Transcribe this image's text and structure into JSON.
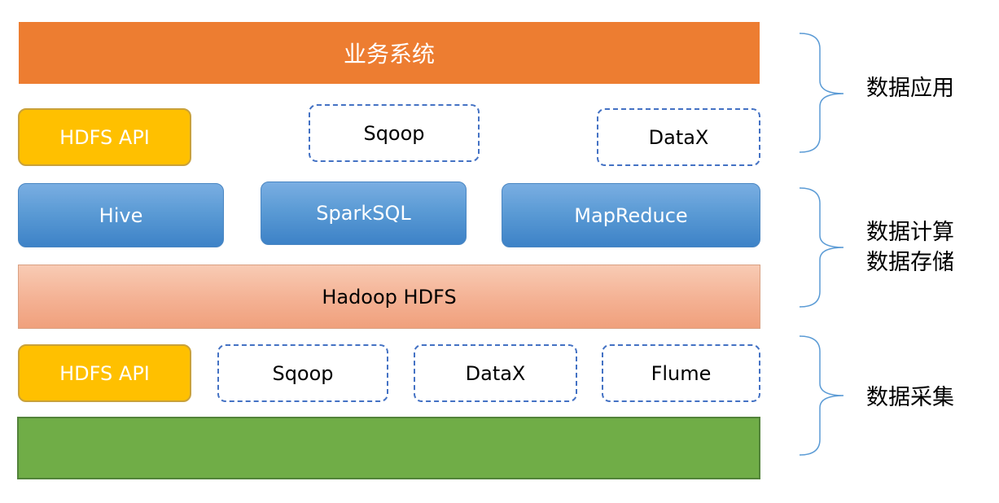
{
  "application_layer": {
    "business_system": "业务系统",
    "hdfs_api": "HDFS API",
    "sqoop": "Sqoop",
    "datax": "DataX"
  },
  "compute_layer": {
    "hive": "Hive",
    "sparksql": "SparkSQL",
    "mapreduce": "MapReduce"
  },
  "storage_layer": {
    "hadoop_hdfs": "Hadoop HDFS"
  },
  "collection_layer": {
    "hdfs_api": "HDFS API",
    "sqoop": "Sqoop",
    "datax": "DataX",
    "flume": "Flume"
  },
  "side_labels": {
    "data_application": "数据应用",
    "data_compute": "数据计算",
    "data_storage": "数据存储",
    "data_collection": "数据采集"
  },
  "colors": {
    "business_banner": "#ed7d31",
    "hdfs_api": "#ffc000",
    "dashed_border": "#4472c4",
    "compute_blue": "#5b9bd5",
    "hdfs_salmon": "#f4b183",
    "source_green": "#70ad47",
    "brace": "#5b9bd5"
  }
}
